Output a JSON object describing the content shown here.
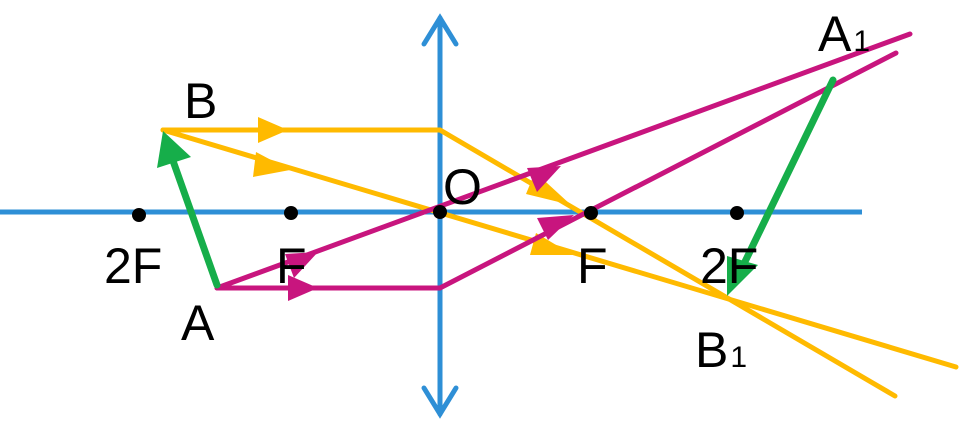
{
  "colors": {
    "axis": "#2E8FD6",
    "ray_yellow": "#FFBA00",
    "ray_magenta": "#C8157E",
    "object_arrow": "#16AE4A",
    "text": "#000000"
  },
  "labels": {
    "point_b": "B",
    "point_a": "A",
    "point_a1": "A",
    "point_a1_sub": "1",
    "point_b1": "B",
    "point_b1_sub": "1",
    "center_o": "O",
    "left_2f": "2F",
    "left_f": "F",
    "right_f": "F",
    "right_2f": "2F"
  },
  "icons": {
    "lens": "convex-lens-double-arrow-icon"
  }
}
